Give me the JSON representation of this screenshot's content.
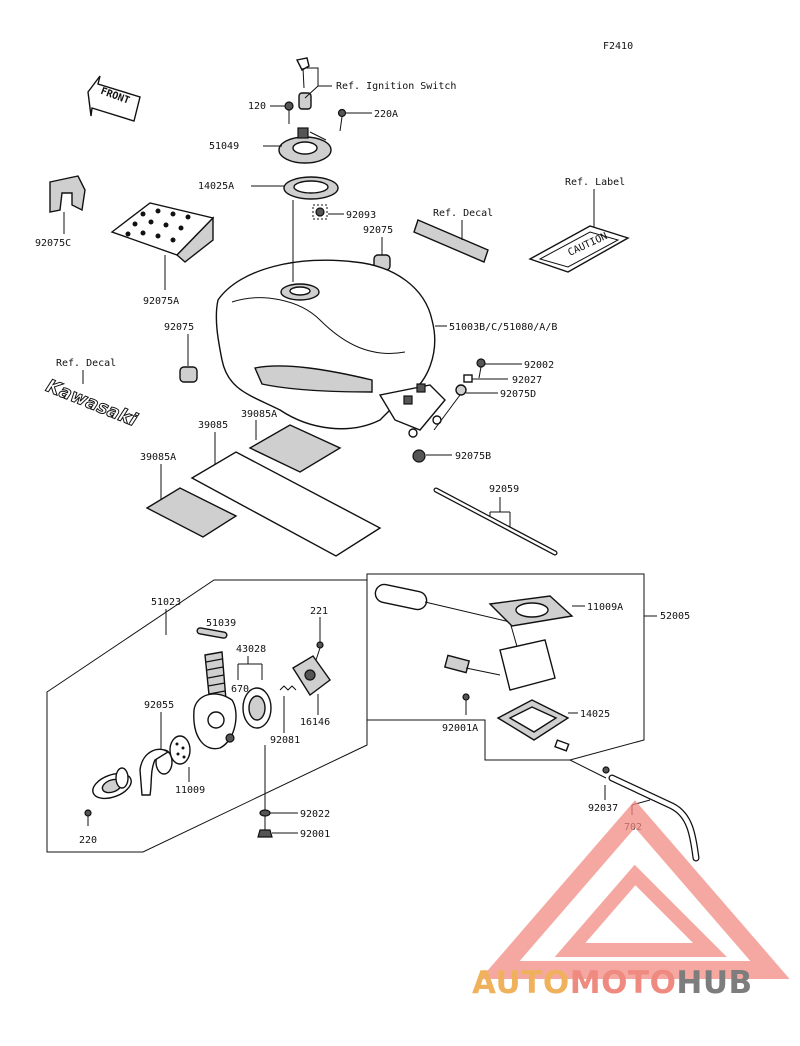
{
  "figure_code": "F2410",
  "front_label": "FRONT",
  "labels": {
    "ref_ignition": "Ref. Ignition Switch",
    "ref_decal_right": "Ref. Decal",
    "ref_label": "Ref. Label",
    "ref_decal_left": "Ref. Decal",
    "kawasaki": "Kawasaki",
    "caution": "CAUTION",
    "p120": "120",
    "p220A": "220A",
    "p51049": "51049",
    "p14025A": "14025A",
    "p92093": "92093",
    "p92075": "92075",
    "p92075C": "92075C",
    "p92075A": "92075A",
    "p92075_b": "92075",
    "p51003": "51003B/C/51080/A/B",
    "p92002": "92002",
    "p92027": "92027",
    "p92075D": "92075D",
    "p92075B": "92075B",
    "p39085A_top": "39085A",
    "p39085": "39085",
    "p39085A_left": "39085A",
    "p92059": "92059",
    "p51023": "51023",
    "p51039": "51039",
    "p221": "221",
    "p43028": "43028",
    "p670": "670",
    "p16146": "16146",
    "p92081": "92081",
    "p92055": "92055",
    "p11009": "11009",
    "p220": "220",
    "p92022": "92022",
    "p92001": "92001",
    "p11009A": "11009A",
    "p52005": "52005",
    "p92001A": "92001A",
    "p14025": "14025",
    "p92037": "92037",
    "p702": "702"
  },
  "watermark": {
    "part1": "AUTO",
    "part2": "MOTO",
    "part3": "HUB",
    "colors": {
      "auto": "#f0b15c",
      "moto": "#ef8a80",
      "hub": "#7d7d7d",
      "triangle": "#f28b82"
    }
  }
}
